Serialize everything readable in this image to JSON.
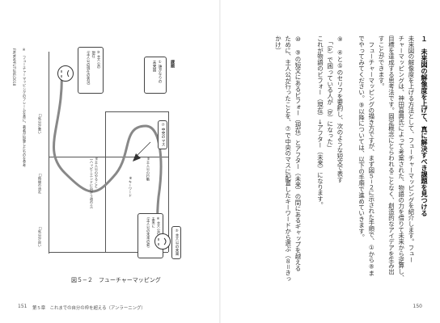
{
  "right_page": {
    "page_number": "150",
    "heading": "１　未来図の解像度を上げて、真に解決すべき課題を見つける",
    "paragraph1": [
      "未来図の解像度を上げる方法として、フューチャーマッピングを紹介します。フュー",
      "チャーマッピングは、神田昌典氏によって考案された、物語の力を借りて未来から逆算し、",
      "目標を達成する思考法です。固定概念にとらわれることなく、創造的なアイデアを生み出",
      "すことができます。",
      "　フューチャーマッピングの描き方ですが、まず図５−２に示された手順で、①から⑧ま",
      "でやってみてください。⑨以降については、以下の手順で進めていきます。"
    ],
    "paragraph2": [
      "⑨　④と⑤のセリフを要約し、次のような短文で表す",
      "　「（a）で困っている人が（b）になった」",
      "これが物語のビフォー（現在）→アフター（未来）になります。"
    ],
    "paragraph3": [
      "⑩　⑨の短文にあるビフォー（現在）とアフター（未来）の間にあるギャップを越える",
      "ために、主人公が行ったことを、⑦で中央のマスに配置したキーワードから選ぶ（８＝きっ",
      "かけ）"
    ]
  },
  "left_page": {
    "page_number": "151",
    "chapter_label": "第５章　これまでの自分の枠を超える（アンラーニング）",
    "figure_caption": "図５−２　フューチャーマッピング",
    "side_note_upper": "FM/MAPFUTURE/2018",
    "side_note_lower": "※　フューチャーマッピングのフレームを基に、著者が加筆したものを参考",
    "diagram": {
      "issue_label": "課題",
      "issue_box_text": "①誰かなりの\n未来図",
      "top_box_text": "③主人公の\n現在\n(主人公の現在の状況)",
      "high_curve_label": "⑥主人公のやること\n（ハッピーエンドに向かう道のり）",
      "center_label": "⑦中央のマス",
      "keyword_label": "⑧キーワード",
      "chance_label": "⑨主人公の行動",
      "future_box_text": "④主人公の\n未来に\n(主人公の未来の姿)",
      "right_box_text": "⑤主人公の未来",
      "row_left_top": "□",
      "mood_low_label": "□気分が悪い",
      "mood_high_label": "□気分が良い",
      "mood_mid_label": "□時間の流れ",
      "sad_face": "sad-face-icon",
      "happy_face": "happy-face-icon"
    }
  }
}
